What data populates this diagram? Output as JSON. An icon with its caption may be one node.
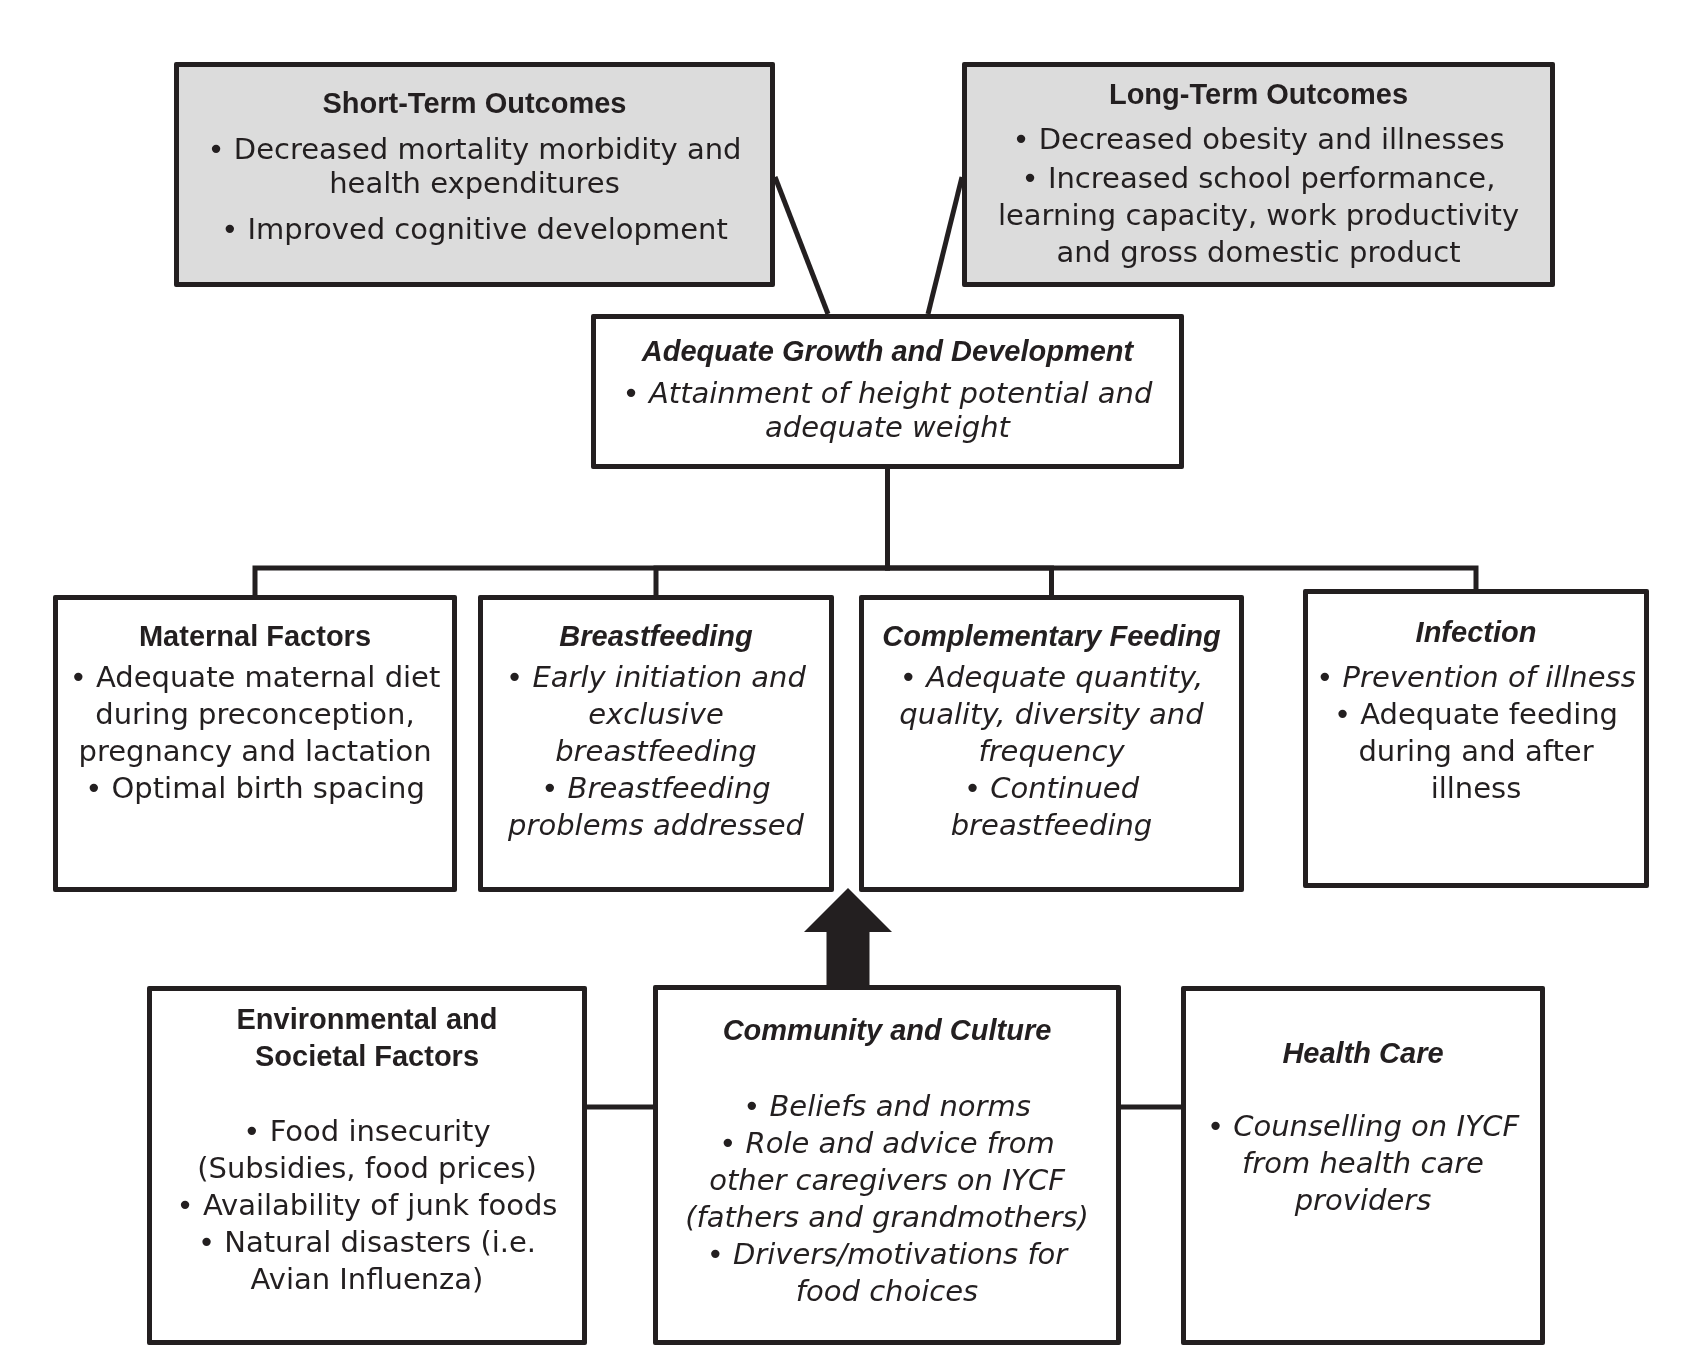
{
  "diagram": {
    "nodes": [
      {
        "text": [
          "Short-Term Outcomes",
          "• Decreased mortality morbidity and health expenditures",
          "• Improved cognitive development"
        ]
      },
      {
        "text": [
          "Long-Term Outcomes",
          "• Decreased obesity and illnesses",
          "• Increased school performance, learning capacity, work productivity and gross domestic product"
        ]
      },
      {
        "text": [
          "Adequate Growth and Development",
          "• Attainment of height potential and adequate weight"
        ]
      },
      {
        "text": [
          "Maternal Factors",
          "• Adequate maternal diet during preconception, pregnancy and lactation",
          "• Optimal birth spacing"
        ]
      },
      {
        "text": [
          "Breastfeeding",
          "• Early initiation and exclusive breastfeeding",
          "• Breastfeeding problems addressed"
        ]
      },
      {
        "text": [
          "Complementary Feeding",
          "• Adequate quantity, quality, diversity and frequency",
          "• Continued breastfeeding"
        ]
      },
      {
        "text": [
          "Infection",
          "• Prevention of illness",
          "• Adequate feeding during and after illness"
        ]
      },
      {
        "text": [
          "Environmental and Societal Factors",
          "• Food insecurity (Subsidies, food prices)",
          "• Availability of junk foods",
          "• Natural disasters (i.e. Avian Influenza)"
        ]
      },
      {
        "text": [
          "Community and Culture",
          "• Beliefs and norms",
          "• Role and advice from other caregivers on IYCF (fathers and grandmothers)",
          "• Drivers/motivations for food choices"
        ]
      },
      {
        "text": [
          "Health Care",
          "• Counselling on IYCF from health care providers"
        ]
      }
    ],
    "edges": [
      {
        "from": 2,
        "to": 0,
        "arrow": "none"
      },
      {
        "from": 2,
        "to": 1,
        "arrow": "none"
      },
      {
        "from": 2,
        "to": 3,
        "arrow": "none"
      },
      {
        "from": 2,
        "to": 4,
        "arrow": "none"
      },
      {
        "from": 2,
        "to": 5,
        "arrow": "none"
      },
      {
        "from": 2,
        "to": 6,
        "arrow": "none"
      },
      {
        "from": 8,
        "to": 4,
        "arrow": "to",
        "style": "thick"
      },
      {
        "from": 7,
        "to": 8,
        "arrow": "none"
      },
      {
        "from": 8,
        "to": 9,
        "arrow": "none"
      }
    ]
  }
}
